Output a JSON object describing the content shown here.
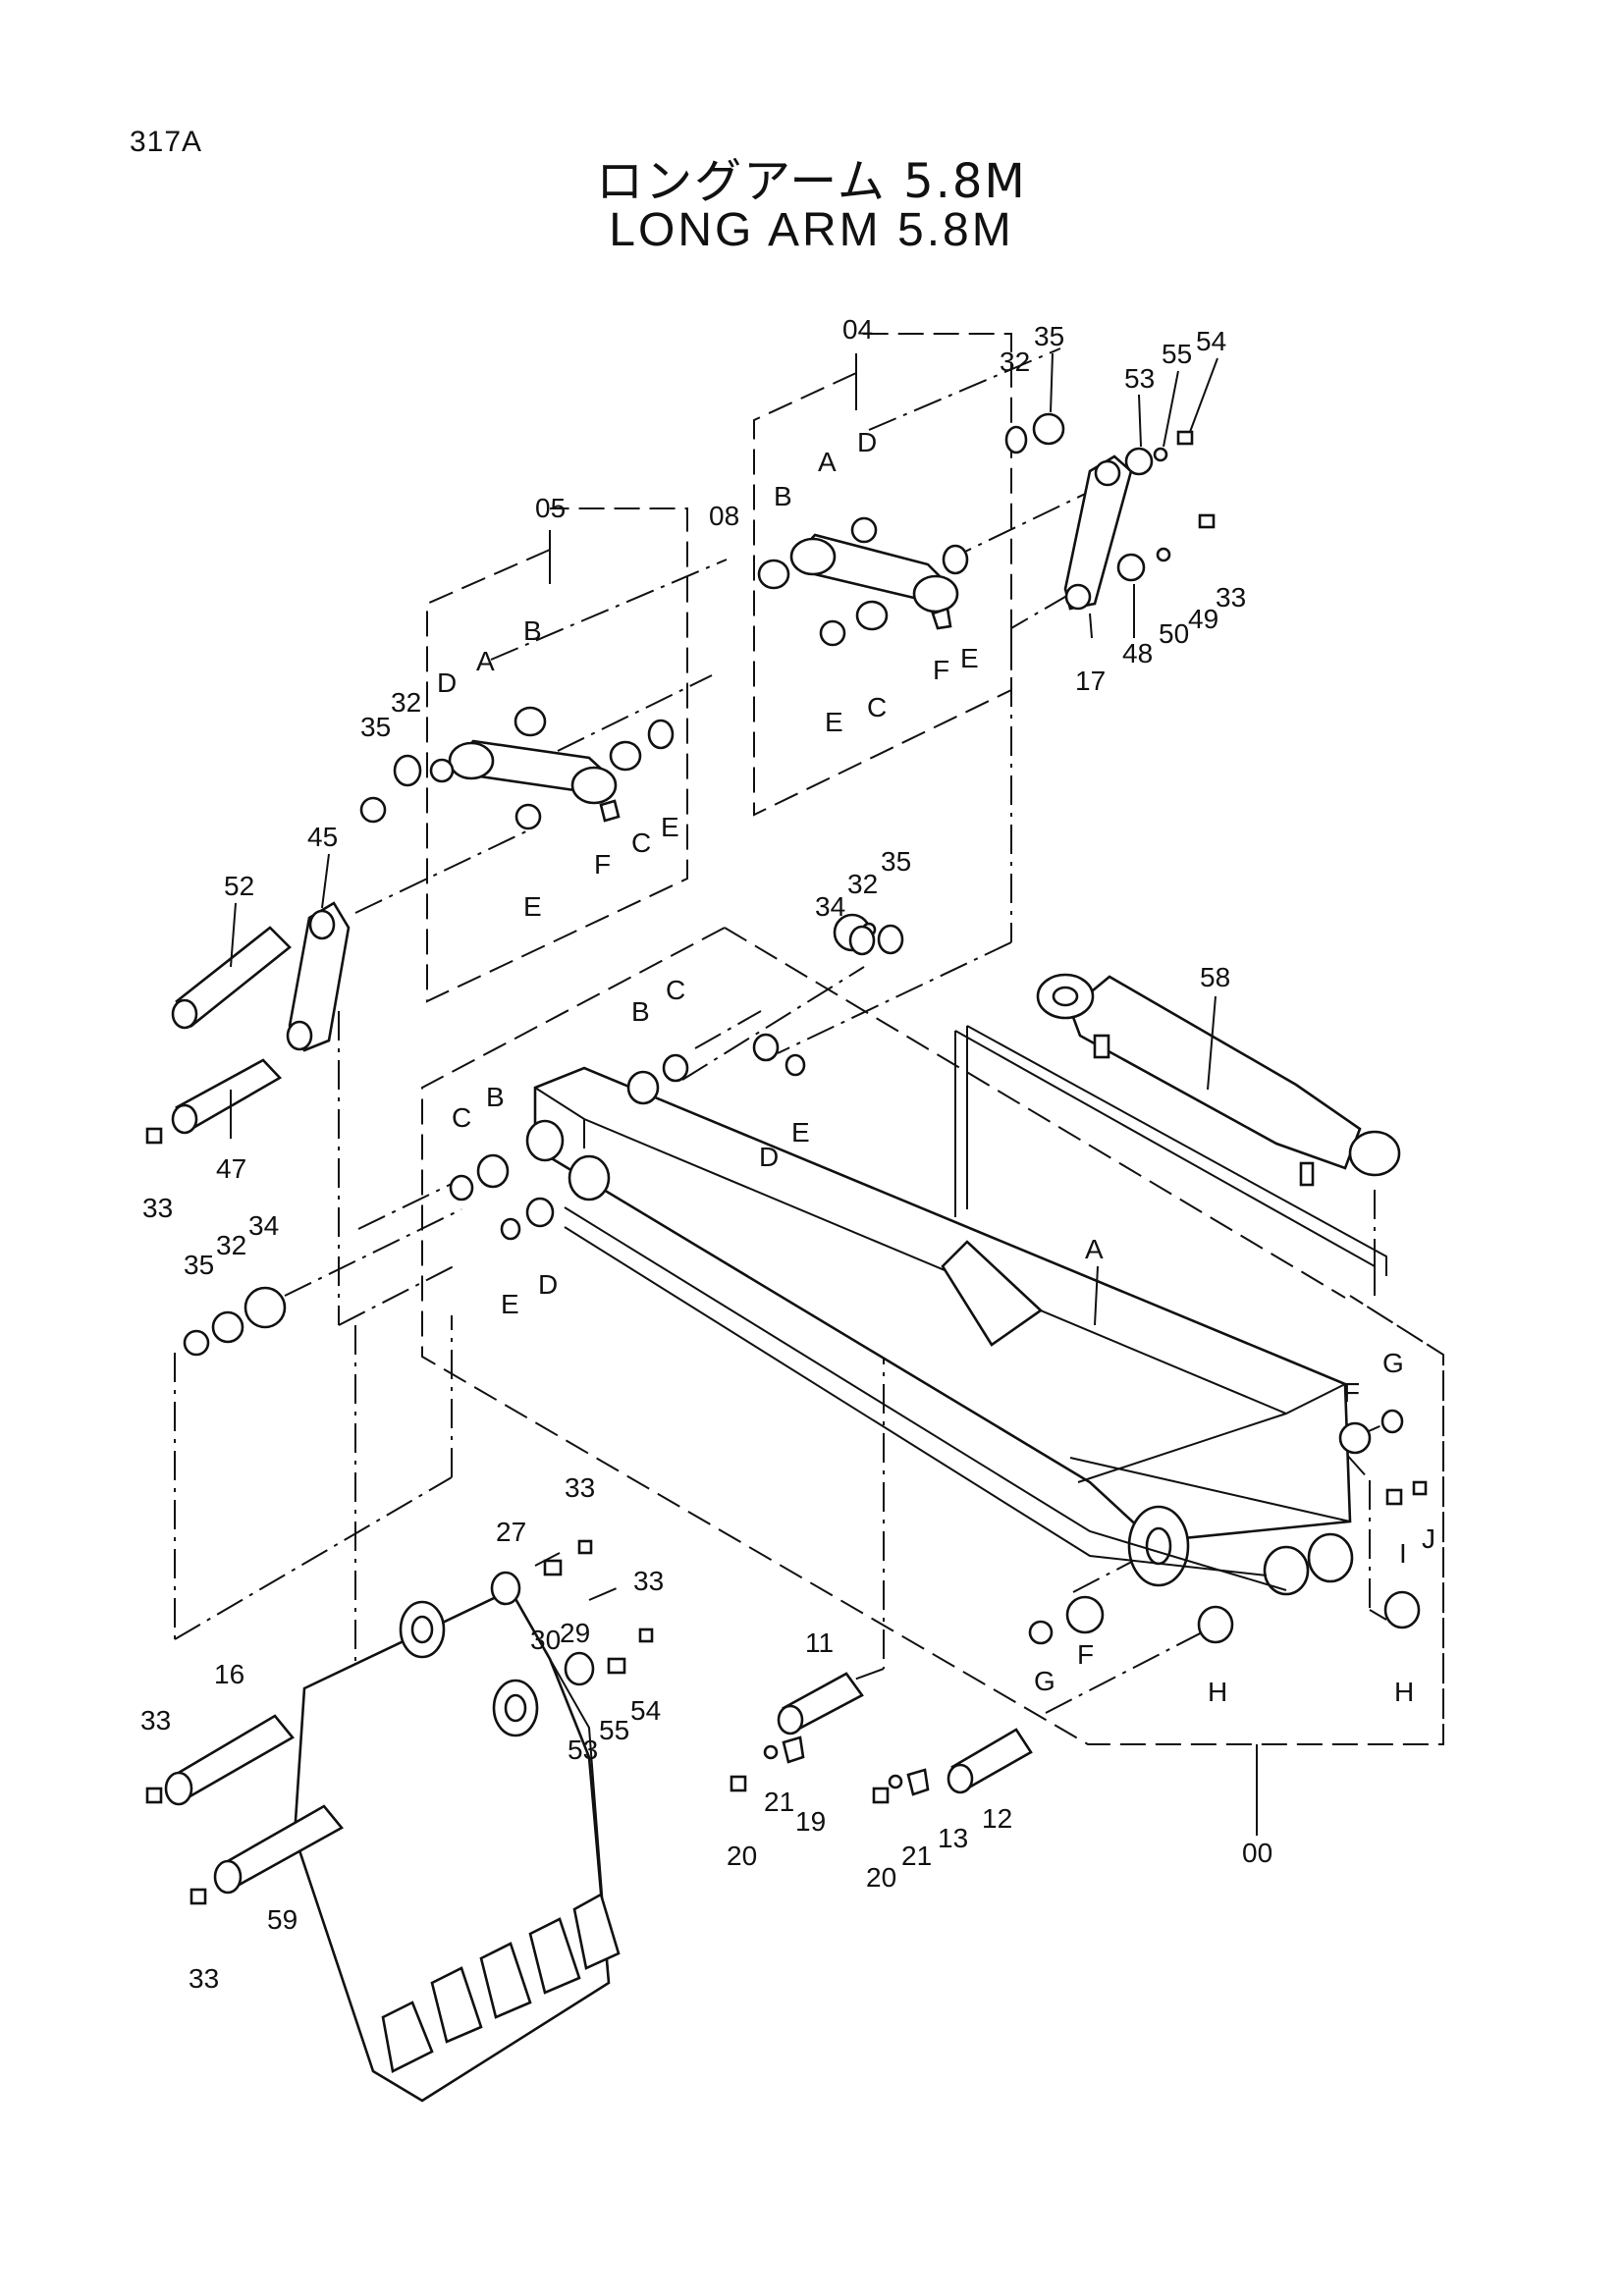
{
  "page_code": "317A",
  "title_ja": "ロングアーム 5.8M",
  "title_en": "LONG ARM 5.8M",
  "callouts": {
    "c04": "04",
    "c05": "05",
    "c00": "00",
    "c08": "08",
    "g04_A": "A",
    "g04_B": "B",
    "g04_C": "C",
    "g04_D": "D",
    "g04_E1": "E",
    "g04_E2": "E",
    "g04_F": "F",
    "g04_32": "32",
    "g04_35": "35",
    "g05_A": "A",
    "g05_B": "B",
    "g05_C": "C",
    "g05_D": "D",
    "g05_E1": "E",
    "g05_E2": "E",
    "g05_F": "F",
    "g05_32": "32",
    "g05_35": "35",
    "p17": "17",
    "p48": "48",
    "p50": "50",
    "p49": "49",
    "p33a": "33",
    "p53a": "53",
    "p55a": "55",
    "p54a": "54",
    "p45": "45",
    "p52": "52",
    "p47": "47",
    "p33b": "33",
    "a34": "34",
    "a32": "32",
    "a35": "35",
    "aB": "B",
    "aC": "C",
    "aD": "D",
    "aE": "E",
    "bC": "C",
    "bB": "B",
    "bE": "E",
    "bD": "D",
    "b35": "35",
    "b32": "32",
    "b34": "34",
    "p58": "58",
    "armA": "A",
    "armF": "F",
    "armG": "G",
    "armI": "I",
    "armJ": "J",
    "armG2": "G",
    "armF2": "F",
    "armH1": "H",
    "armH2": "H",
    "p11": "11",
    "p19": "19",
    "p21a": "21",
    "p20a": "20",
    "p20b": "20",
    "p21b": "21",
    "p13": "13",
    "p12": "12",
    "p27": "27",
    "p30": "30",
    "p29": "29",
    "p33c": "33",
    "p33d": "33",
    "p53b": "53",
    "p55b": "55",
    "p54b": "54",
    "p16": "16",
    "p33e": "33",
    "p59": "59",
    "p33f": "33"
  }
}
